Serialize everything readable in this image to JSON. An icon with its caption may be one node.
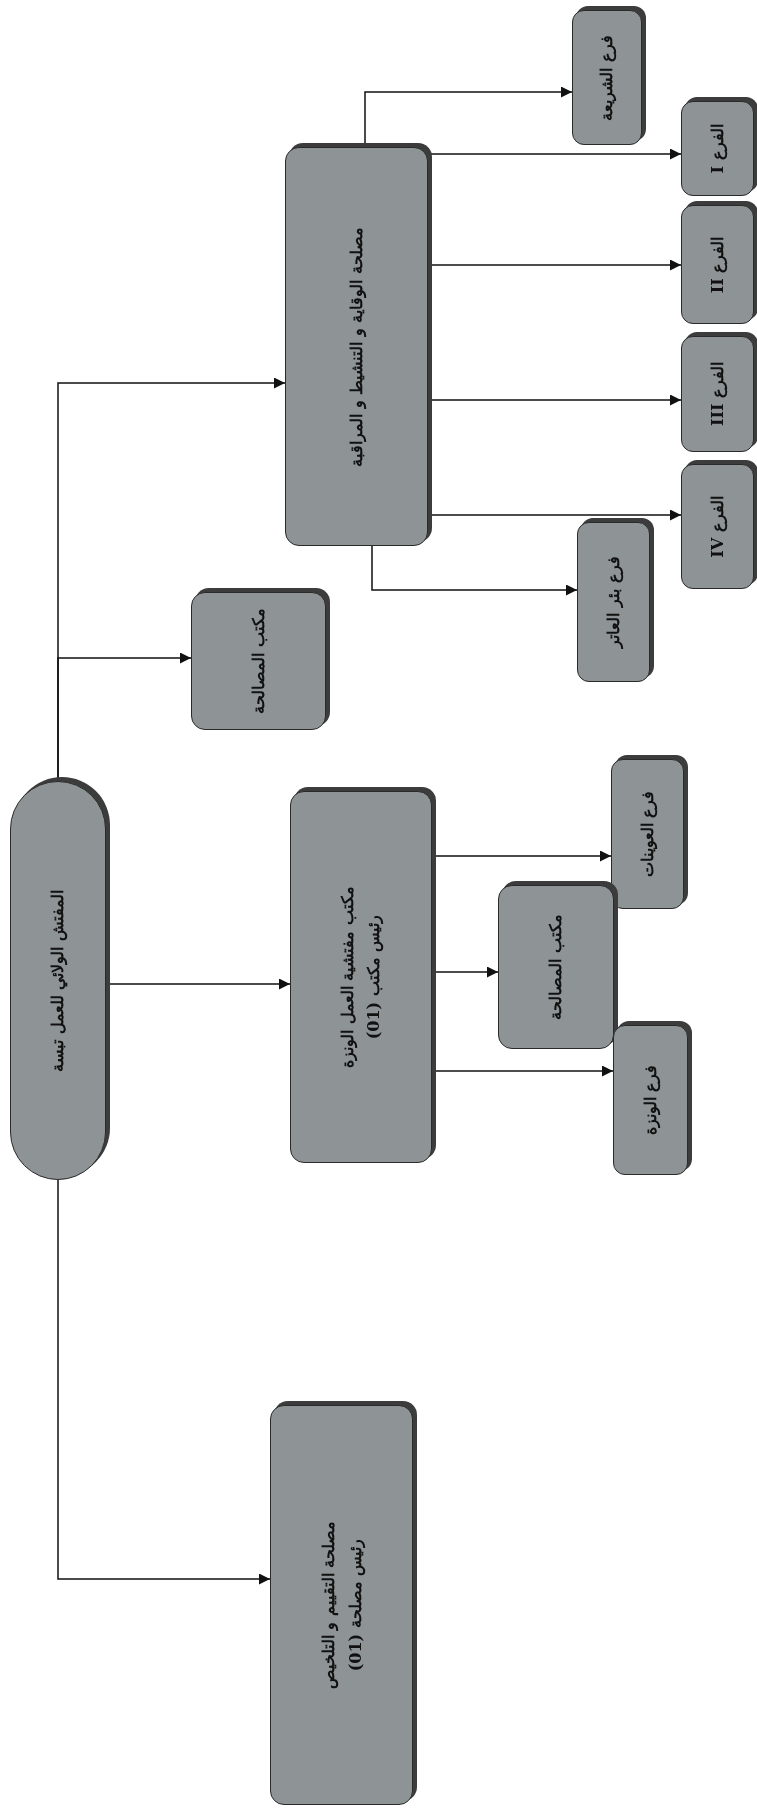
{
  "diagram": {
    "nodes": [
      {
        "text": [
          "المفتش الولائي للعمل تبسة"
        ]
      },
      {
        "text": [
          "مصلحة الوقاية و التنشيط و المراقبة"
        ]
      },
      {
        "text": [
          "فرع الشريعة"
        ]
      },
      {
        "text": [
          "الفرع I"
        ]
      },
      {
        "text": [
          "الفرع II"
        ]
      },
      {
        "text": [
          "الفرع III"
        ]
      },
      {
        "text": [
          "الفرع IV"
        ]
      },
      {
        "text": [
          "فرع بئر العاتر"
        ]
      },
      {
        "text": [
          "مكتب المصالحة"
        ]
      },
      {
        "text": [
          "مكتب مفتشية العمل الونزة",
          "رئيس مكتب (01)"
        ]
      },
      {
        "text": [
          "فرع العوينات"
        ]
      },
      {
        "text": [
          "مكتب المصالحة"
        ]
      },
      {
        "text": [
          "فرع الونزة"
        ]
      },
      {
        "text": [
          "مصلحة التقييم و التلخيص",
          "رئيس مصلحة (01)"
        ]
      }
    ],
    "edges": [
      {
        "from": 0,
        "to": 1,
        "arrow": "to"
      },
      {
        "from": 0,
        "to": 8,
        "arrow": "to"
      },
      {
        "from": 0,
        "to": 9,
        "arrow": "to"
      },
      {
        "from": 0,
        "to": 13,
        "arrow": "to"
      },
      {
        "from": 1,
        "to": 2,
        "arrow": "to"
      },
      {
        "from": 1,
        "to": 3,
        "arrow": "to"
      },
      {
        "from": 1,
        "to": 4,
        "arrow": "to"
      },
      {
        "from": 1,
        "to": 5,
        "arrow": "to"
      },
      {
        "from": 1,
        "to": 6,
        "arrow": "to"
      },
      {
        "from": 1,
        "to": 7,
        "arrow": "to"
      },
      {
        "from": 9,
        "to": 10,
        "arrow": "to"
      },
      {
        "from": 9,
        "to": 11,
        "arrow": "to"
      },
      {
        "from": 9,
        "to": 12,
        "arrow": "to"
      }
    ]
  }
}
